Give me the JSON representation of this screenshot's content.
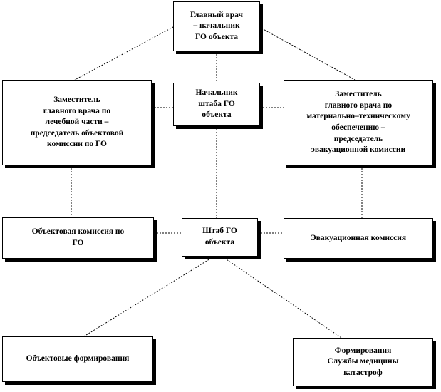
{
  "diagram": {
    "nodes": [
      {
        "id": "chief",
        "label": "Главный врач\n– начальник\nГО объекта"
      },
      {
        "id": "deputy_medical",
        "label": "Заместитель\nглавного врача по\nлечебной части –\nпредседатель объектовой\nкомиссии по ГО"
      },
      {
        "id": "hq_head",
        "label": "Начальник\nштаба ГО\nобъекта"
      },
      {
        "id": "deputy_logistics",
        "label": "Заместитель\nглавного врача по\nматериально–техническому\nобеспечению –\nпредседатель\nэвакуационной комиссии"
      },
      {
        "id": "object_commission",
        "label": "Объектовая комиссия по\nГО"
      },
      {
        "id": "hq",
        "label": "Штаб ГО\nобъекта"
      },
      {
        "id": "evac_commission",
        "label": "Эвакуационная комиссия"
      },
      {
        "id": "object_formations",
        "label": "Объектовые формирования"
      },
      {
        "id": "disaster_medicine",
        "label": "Формирования\nСлужбы медицины\nкатастроф"
      }
    ],
    "edges": [
      {
        "from": "chief",
        "to": "deputy_medical"
      },
      {
        "from": "chief",
        "to": "hq_head"
      },
      {
        "from": "chief",
        "to": "deputy_logistics"
      },
      {
        "from": "deputy_medical",
        "to": "hq_head"
      },
      {
        "from": "hq_head",
        "to": "deputy_logistics"
      },
      {
        "from": "deputy_medical",
        "to": "object_commission"
      },
      {
        "from": "hq_head",
        "to": "hq"
      },
      {
        "from": "deputy_logistics",
        "to": "evac_commission"
      },
      {
        "from": "object_commission",
        "to": "hq"
      },
      {
        "from": "hq",
        "to": "evac_commission"
      },
      {
        "from": "hq",
        "to": "object_formations"
      },
      {
        "from": "hq",
        "to": "disaster_medicine"
      }
    ]
  }
}
